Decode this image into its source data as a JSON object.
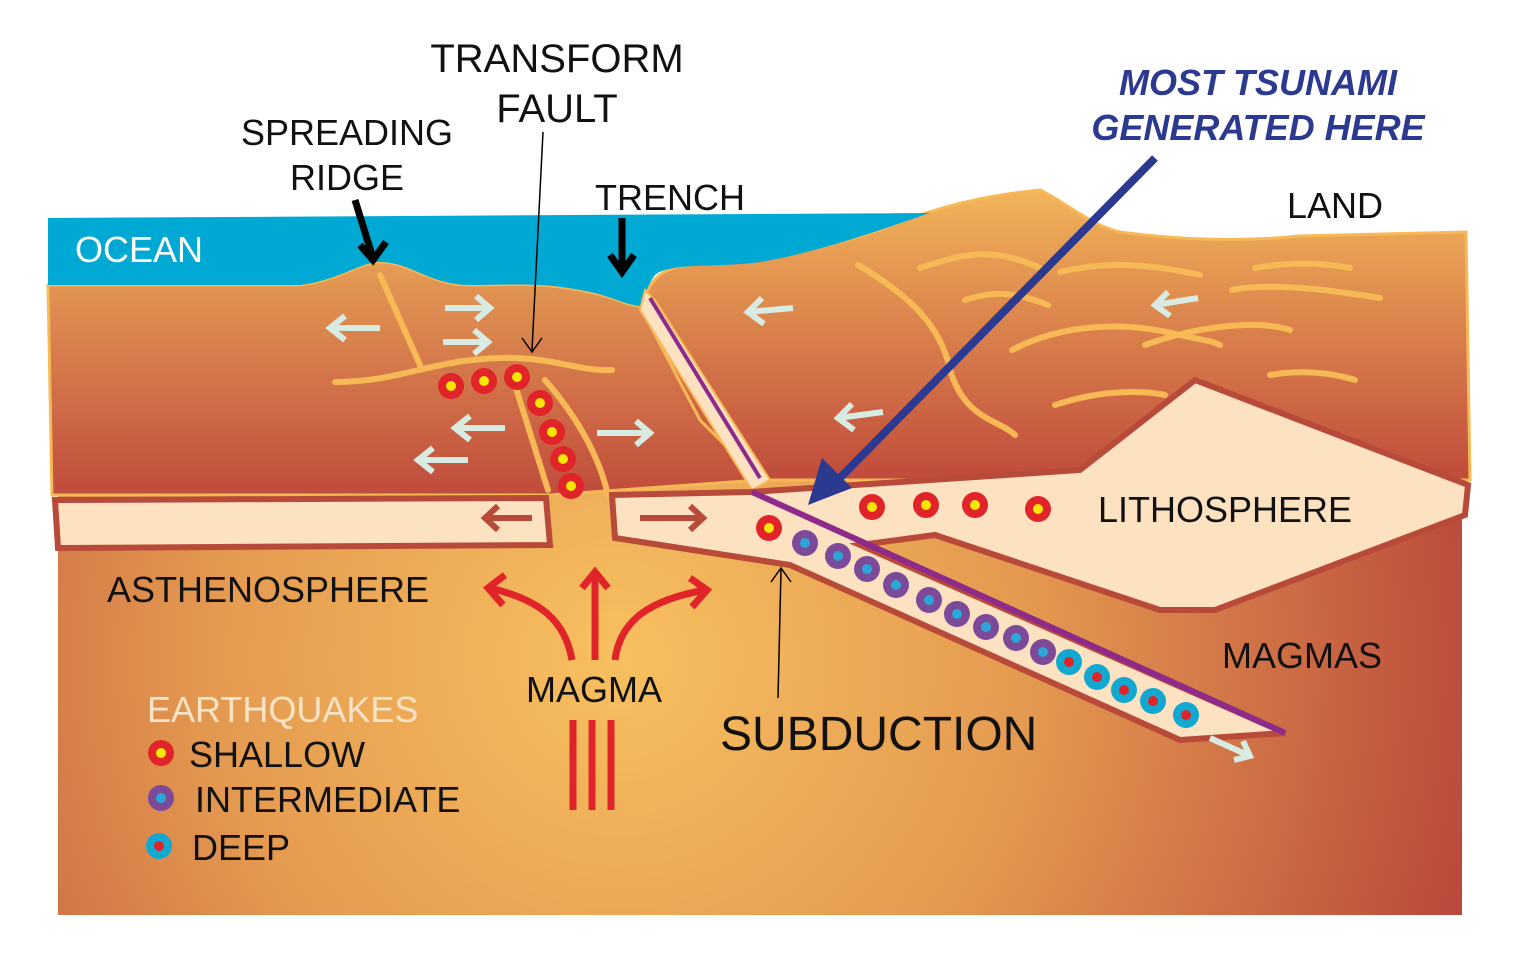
{
  "labels": {
    "transform_fault_line1": "TRANSFORM",
    "transform_fault_line2": "FAULT",
    "spreading_ridge_line1": "SPREADING",
    "spreading_ridge_line2": "RIDGE",
    "trench": "TRENCH",
    "tsunami_line1": "MOST TSUNAMI",
    "tsunami_line2": "GENERATED HERE",
    "land": "LAND",
    "ocean": "OCEAN",
    "lithosphere": "LITHOSPHERE",
    "asthenosphere": "ASTHENOSPHERE",
    "magmas": "MAGMAS",
    "magma": "MAGMA",
    "subduction": "SUBDUCTION"
  },
  "legend": {
    "title": "EARTHQUAKES",
    "items": [
      {
        "label": "SHALLOW",
        "ring": "#e0242a",
        "center": "#f7e600"
      },
      {
        "label": "INTERMEDIATE",
        "ring": "#7d4a9a",
        "center": "#2aa6d8"
      },
      {
        "label": "DEEP",
        "ring": "#12a8d0",
        "center": "#e0242a"
      }
    ]
  },
  "colors": {
    "ocean": "#00a9d4",
    "crust_top": "#e8a456",
    "crust_bottom": "#c04b3c",
    "lithosphere": "#fde2c2",
    "outline": "#b84a3a",
    "tsunami_arrow": "#2b3990",
    "magma_arrow": "#e0242a"
  }
}
